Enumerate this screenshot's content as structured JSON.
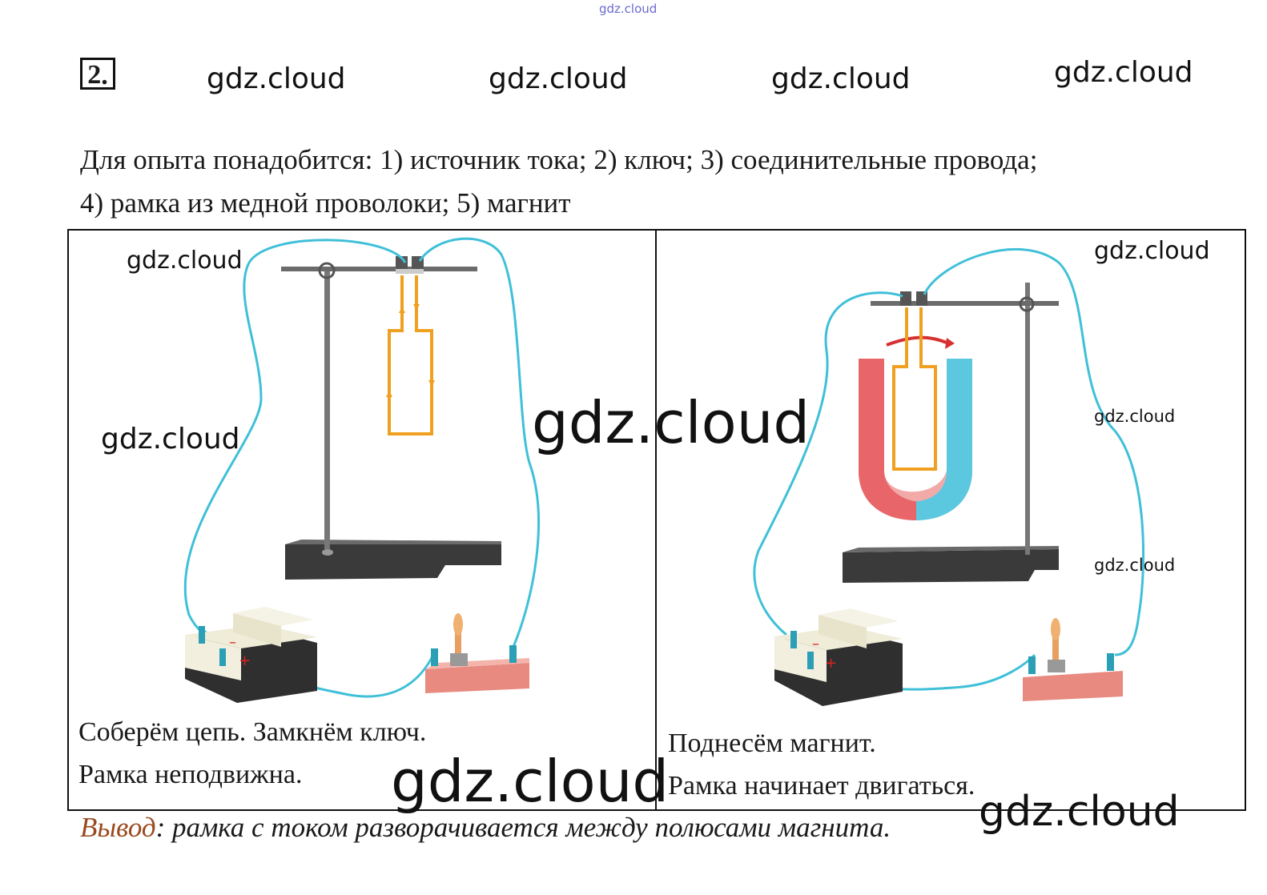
{
  "watermarks": {
    "top_small": "gdz.cloud",
    "row": [
      "gdz.cloud",
      "gdz.cloud",
      "gdz.cloud",
      "gdz.cloud"
    ],
    "left_top": "gdz.cloud",
    "left_mid": "gdz.cloud",
    "center_big": "gdz.cloud",
    "right_top": "gdz.cloud",
    "right_mid": "gdz.cloud",
    "right_low": "gdz.cloud",
    "bottom_big": "gdz.cloud",
    "bottom_right": "gdz.cloud"
  },
  "task_number": "2",
  "intro": {
    "line1": "Для опыта понадобится: 1) источник тока; 2) ключ; 3) соединительные провода;",
    "line2": "4) рамка из медной проволоки; 5) магнит"
  },
  "left_panel": {
    "caption1": "Соберём цепь. Замкнём ключ.",
    "caption2": "Рамка неподвижна."
  },
  "right_panel": {
    "caption1": "Поднесём магнит.",
    "caption2": "Рамка начинает двигаться."
  },
  "conclusion": {
    "label": "Вывод",
    "text": ": рамка с током разворачивается между полюсами магнита."
  },
  "colors": {
    "wire": "#3fc0d8",
    "frame_current": "#f0a020",
    "magnet_north": "#e8666a",
    "magnet_south": "#5cc8e0",
    "key_base": "#e88a80",
    "conclusion_label": "#9a4a1e"
  }
}
